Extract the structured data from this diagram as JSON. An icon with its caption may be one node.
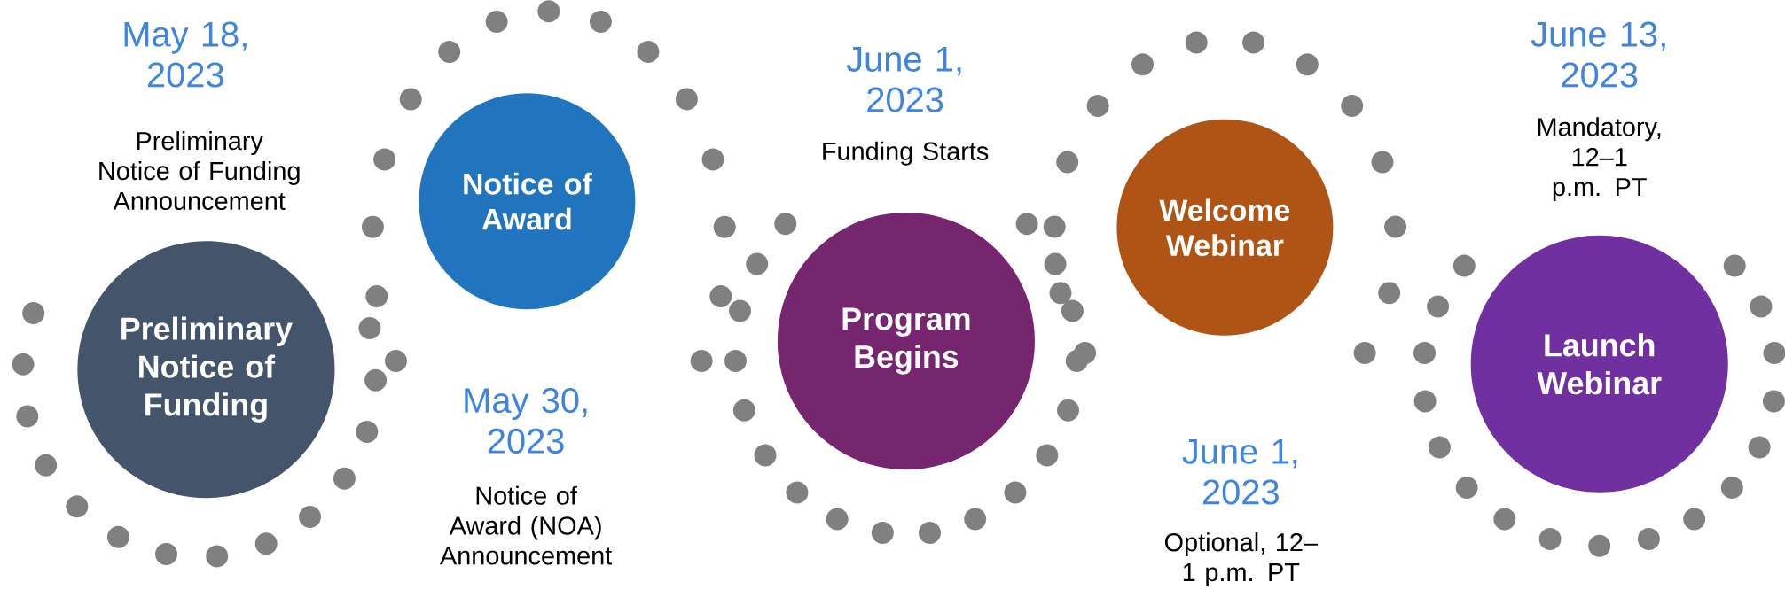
{
  "diagram": {
    "nodes": [
      {
        "text": [
          "Preliminary Notice of Funding"
        ],
        "beside": [
          "May 18, 2023",
          "Preliminary Notice of Funding Announcement"
        ]
      },
      {
        "text": [
          "Notice of Award"
        ],
        "beside": [
          "May 30, 2023",
          "Notice of Award (NOA) Announcement"
        ]
      },
      {
        "text": [
          "Program Begins"
        ],
        "beside": [
          "June 1, 2023",
          "Funding Starts"
        ]
      },
      {
        "text": [
          "Welcome Webinar"
        ],
        "beside": [
          "June 1, 2023",
          "Optional, 12–1 p.m. PT"
        ]
      },
      {
        "text": [
          "Launch Webinar"
        ],
        "beside": [
          "June 13, 2023",
          "Mandatory, 12–1 p.m. PT"
        ]
      }
    ],
    "edges": []
  }
}
